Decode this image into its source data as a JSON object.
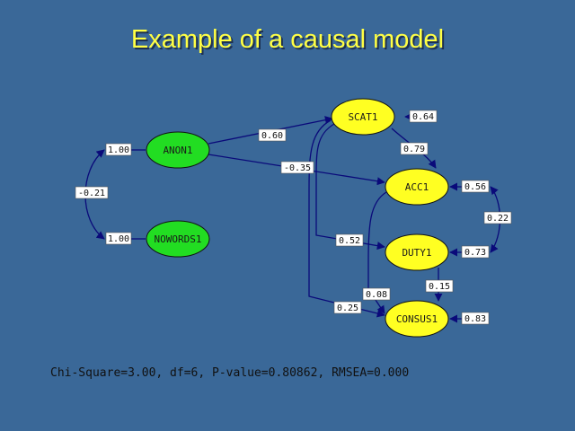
{
  "slide": {
    "title": "Example of a causal model",
    "stats": "Chi-Square=3.00, df=6, P-value=0.80862, RMSEA=0.000"
  },
  "colors": {
    "background": "#3a6898",
    "title": "#ffff44",
    "exogenous_node": "#22dd22",
    "endogenous_node": "#ffff22",
    "edge": "#0a0a7a"
  },
  "nodes": {
    "anon1": "ANON1",
    "nowords1": "NOWORDS1",
    "scat1": "SCAT1",
    "acc1": "ACC1",
    "duty1": "DUTY1",
    "consus1": "CONSUS1"
  },
  "labels": {
    "anon1_var": "1.00",
    "nowords1_var": "1.00",
    "anon_nowords_cov": "-0.21",
    "anon_scat": "0.60",
    "anon_acc": "-0.35",
    "scat_acc": "0.79",
    "scat_duty": "0.52",
    "scat_consus": "0.25",
    "acc_consus": "0.08",
    "duty_consus": "0.15",
    "scat_err": "0.64",
    "acc_err": "0.56",
    "duty_err": "0.73",
    "consus_err": "0.83",
    "acc_duty_err_cov": "0.22"
  }
}
